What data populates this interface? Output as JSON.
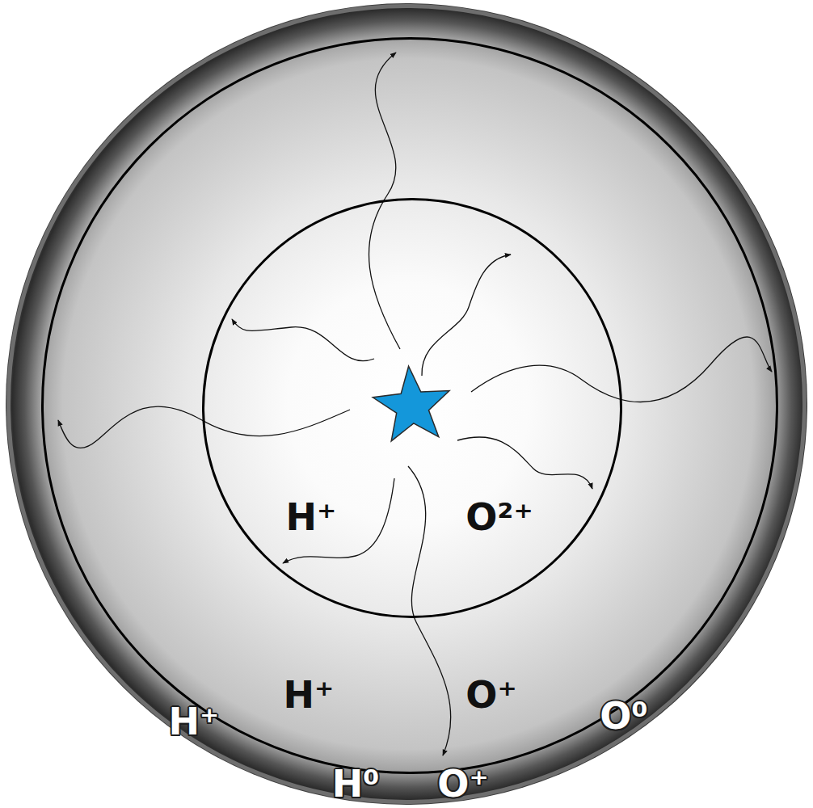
{
  "diagram": {
    "nodes": [
      {
        "text": [
          "H⁺",
          "O⁰",
          "H⁰",
          "O⁺"
        ]
      },
      {
        "text": [
          "H⁺",
          "O⁺"
        ],
        "in": 0
      },
      {
        "text": [
          "H⁺",
          "O²⁺"
        ],
        "in": 1
      }
    ]
  }
}
